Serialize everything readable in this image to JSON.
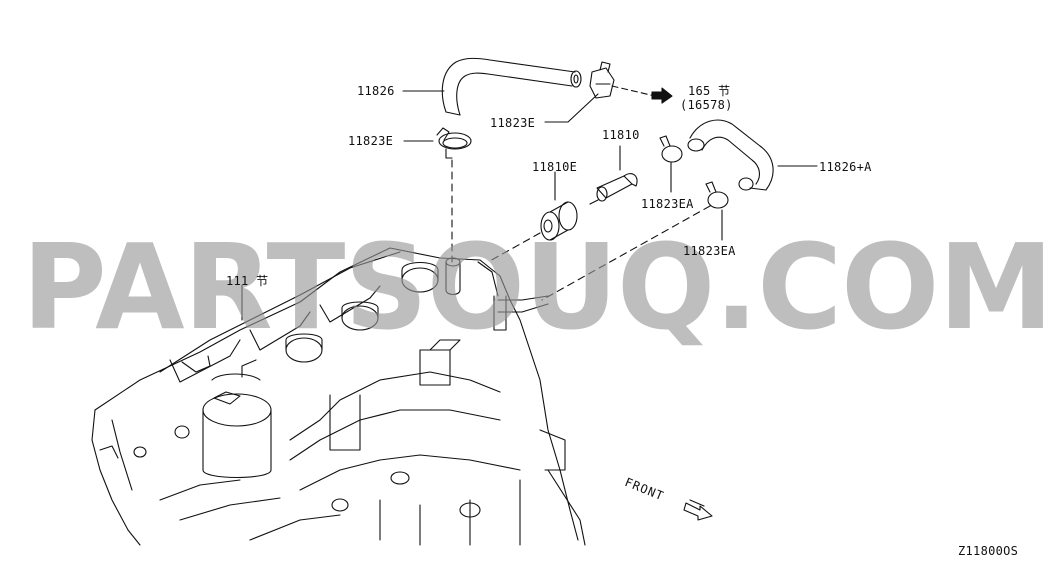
{
  "callouts": {
    "hose_11826": "11826",
    "clamp_11823e_top": "11823E",
    "clamp_11823e_left": "11823E",
    "ref_165": "165 节",
    "ref_16578": "(16578)",
    "pcv_valve": "11810",
    "grommet": "11810E",
    "clamp_ea_upper": "11823EA",
    "clamp_ea_lower": "11823EA",
    "hose_11826a": "11826+A",
    "engine_ref": "111 节"
  },
  "watermark": "PARTSOUQ.COM",
  "front_label": "FRONT",
  "diagram_code": "Z11800OS",
  "colors": {
    "line": "#111111",
    "watermark": "#9a9a9a"
  }
}
